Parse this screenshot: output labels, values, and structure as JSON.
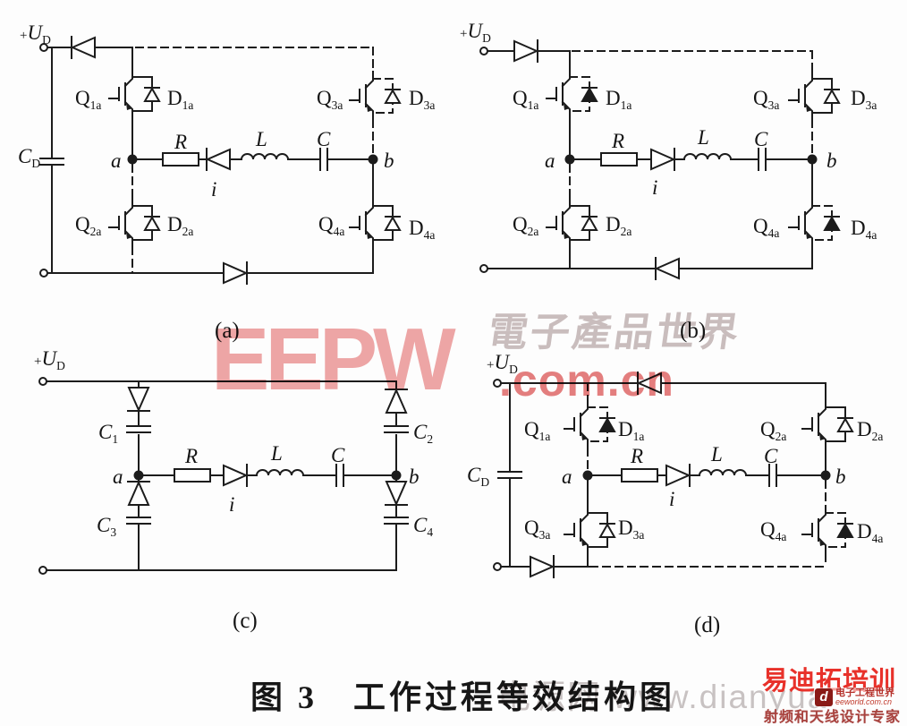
{
  "figure": {
    "caption": "图 3　工作过程等效结构图",
    "sub_a": "(a)",
    "sub_b": "(b)",
    "sub_c": "(c)",
    "sub_d": "(d)"
  },
  "symbols": {
    "plus": "+",
    "ud": {
      "m": "U",
      "s": "D"
    },
    "cd": {
      "m": "C",
      "s": "D"
    },
    "q1a": {
      "m": "Q",
      "s": "1a"
    },
    "d1a": {
      "m": "D",
      "s": "1a"
    },
    "q2a": {
      "m": "Q",
      "s": "2a"
    },
    "d2a": {
      "m": "D",
      "s": "2a"
    },
    "q3a": {
      "m": "Q",
      "s": "3a"
    },
    "d3a": {
      "m": "D",
      "s": "3a"
    },
    "q4a": {
      "m": "Q",
      "s": "4a"
    },
    "d4a": {
      "m": "D",
      "s": "4a"
    },
    "c1": {
      "m": "C",
      "s": "1"
    },
    "c2": {
      "m": "C",
      "s": "2"
    },
    "c3": {
      "m": "C",
      "s": "3"
    },
    "c4": {
      "m": "C",
      "s": "4"
    },
    "r": "R",
    "l": "L",
    "c": "C",
    "i": "i",
    "a": "a",
    "b": "b"
  },
  "watermarks": {
    "eepw_text": "EEPW",
    "eepw_domain": ".com.cn",
    "eepw_chinese": "電子產品世界",
    "dianyuan": "电源网 www.dianyua",
    "eepw_color": "#efa6a6",
    "domain_color": "#e57f7f"
  },
  "branding": {
    "title": "易迪拓培训",
    "subtitle": "射频和天线设计专家",
    "eeworld_mark": "d",
    "eeworld_name": "电子工程世界",
    "eeworld_domain": "eeworld.com.cn",
    "title_color": "#e8312a",
    "subtitle_color": "#a8423e"
  }
}
